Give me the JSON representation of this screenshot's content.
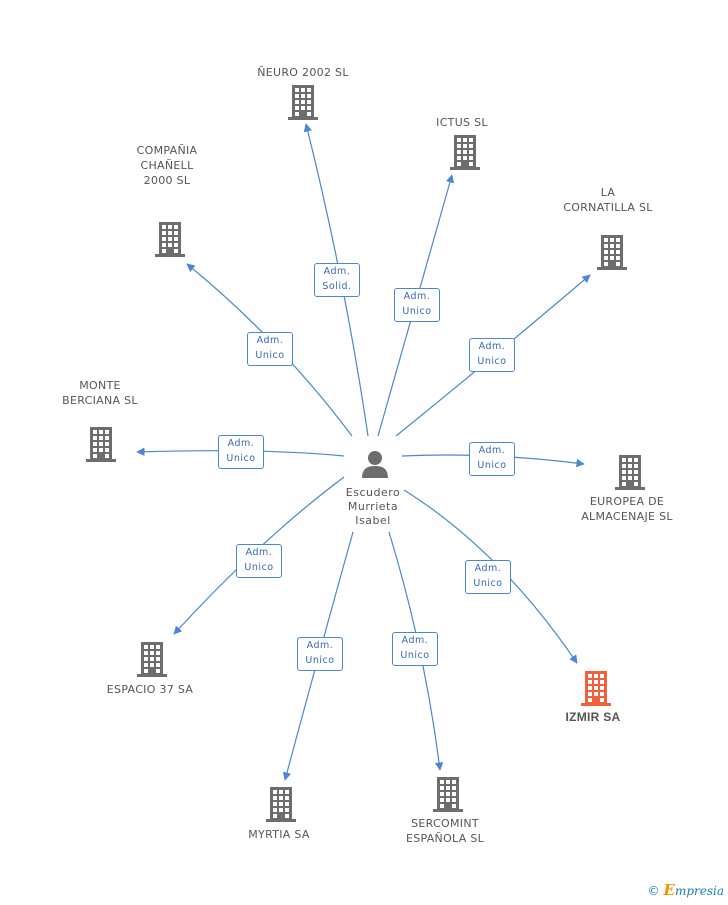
{
  "center": {
    "name": "Escudero\nMurrieta\nIsabel",
    "icon": "person-icon"
  },
  "colors": {
    "edge": "#4a86d4",
    "building": "#6d6d6d",
    "highlight": "#f0603a"
  },
  "companies": [
    {
      "id": "neuro",
      "name": "ÑEURO 2002 SL",
      "role": "Adm.\nSolid.",
      "highlight": false
    },
    {
      "id": "ictus",
      "name": "ICTUS SL",
      "role": "Adm.\nUnico",
      "highlight": false
    },
    {
      "id": "channell",
      "name": "COMPAÑIA\nCHAÑELL\n2000 SL",
      "role": "Adm.\nUnico",
      "highlight": false
    },
    {
      "id": "cornatilla",
      "name": "LA\nCORNATILLA SL",
      "role": "Adm.\nUnico",
      "highlight": false
    },
    {
      "id": "monte",
      "name": "MONTE\nBERCIANA SL",
      "role": "Adm.\nUnico",
      "highlight": false
    },
    {
      "id": "europea",
      "name": "EUROPEA DE\nALMACENAJE SL",
      "role": "Adm.\nUnico",
      "highlight": false
    },
    {
      "id": "espacio",
      "name": "ESPACIO 37 SA",
      "role": "Adm.\nUnico",
      "highlight": false
    },
    {
      "id": "izmir",
      "name": "IZMIR SA",
      "role": "Adm.\nUnico",
      "highlight": true
    },
    {
      "id": "myrtia",
      "name": "MYRTIA SA",
      "role": "Adm.\nUnico",
      "highlight": false
    },
    {
      "id": "sercomint",
      "name": "SERCOMINT\nESPAÑOLA SL",
      "role": "Adm.\nUnico",
      "highlight": false
    }
  ],
  "footer": {
    "copyright": "©",
    "brand_initial": "E",
    "brand_rest": "mpresia"
  }
}
